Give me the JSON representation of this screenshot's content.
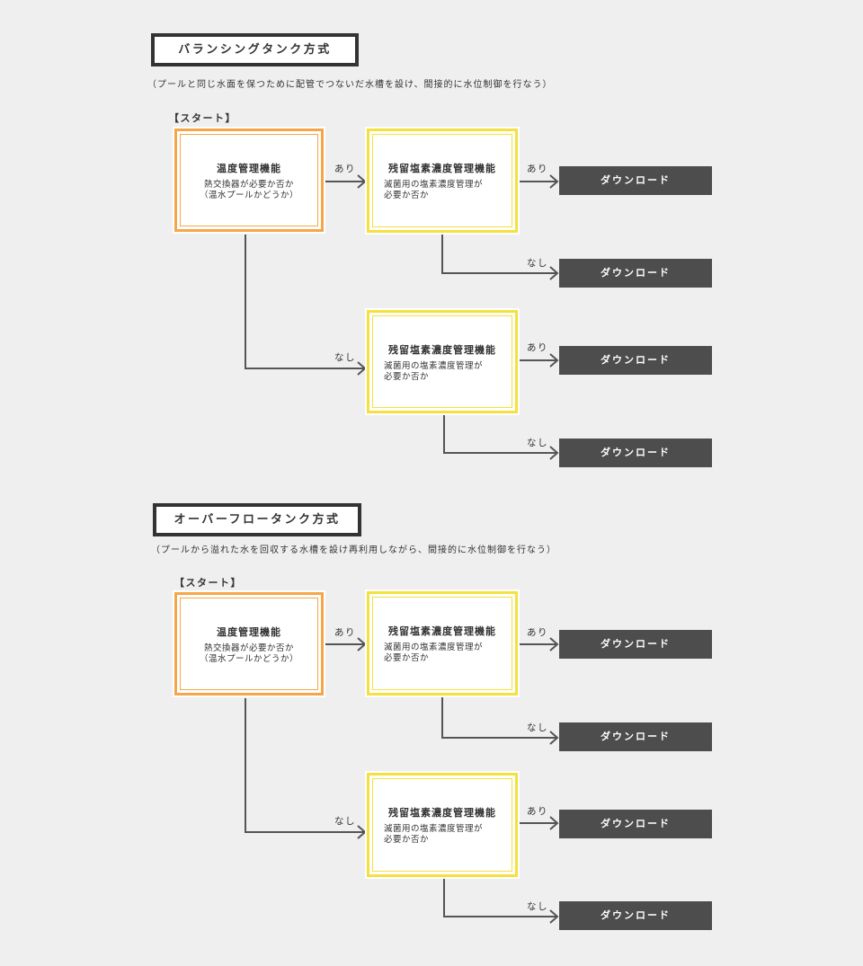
{
  "sections": [
    {
      "title": "バランシングタンク方式",
      "description": "（プールと同じ水面を保つために配管でつないだ水槽を設け、間接的に水位制御を行なう）",
      "start_label": "【スタート】",
      "start_node": {
        "title": "温度管理機能",
        "desc_line1": "熱交換器が必要か否か",
        "desc_line2": "（温水プールかどうか）"
      },
      "chlorine_node_yes": {
        "title": "残留塩素濃度管理機能",
        "desc_line1": "滅菌用の塩素濃度管理が",
        "desc_line2": "必要か否か"
      },
      "chlorine_node_no": {
        "title": "残留塩素濃度管理機能",
        "desc_line1": "滅菌用の塩素濃度管理が",
        "desc_line2": "必要か否か"
      },
      "edges": {
        "start_yes": "あり",
        "start_no": "なし",
        "c1_yes": "あり",
        "c1_no": "なし",
        "c2_yes": "あり",
        "c2_no": "なし"
      },
      "downloads": [
        "ダウンロード",
        "ダウンロード",
        "ダウンロード",
        "ダウンロード"
      ]
    },
    {
      "title": "オーバーフロータンク方式",
      "description": "（プールから溢れた水を回収する水槽を設け再利用しながら、間接的に水位制御を行なう）",
      "start_label": "【スタート】",
      "start_node": {
        "title": "温度管理機能",
        "desc_line1": "熱交換器が必要か否か",
        "desc_line2": "（温水プールかどうか）"
      },
      "chlorine_node_yes": {
        "title": "残留塩素濃度管理機能",
        "desc_line1": "滅菌用の塩素濃度管理が",
        "desc_line2": "必要か否か"
      },
      "chlorine_node_no": {
        "title": "残留塩素濃度管理機能",
        "desc_line1": "滅菌用の塩素濃度管理が",
        "desc_line2": "必要か否か"
      },
      "edges": {
        "start_yes": "あり",
        "start_no": "なし",
        "c1_yes": "あり",
        "c1_no": "なし",
        "c2_yes": "あり",
        "c2_no": "なし"
      },
      "downloads": [
        "ダウンロード",
        "ダウンロード",
        "ダウンロード",
        "ダウンロード"
      ]
    }
  ],
  "colors": {
    "background": "#efefef",
    "start_node_border": "#f5a649",
    "chlorine_node_border": "#f4e13f",
    "download_button": "#4d4d4d",
    "line": "#555555",
    "text": "#333333"
  }
}
